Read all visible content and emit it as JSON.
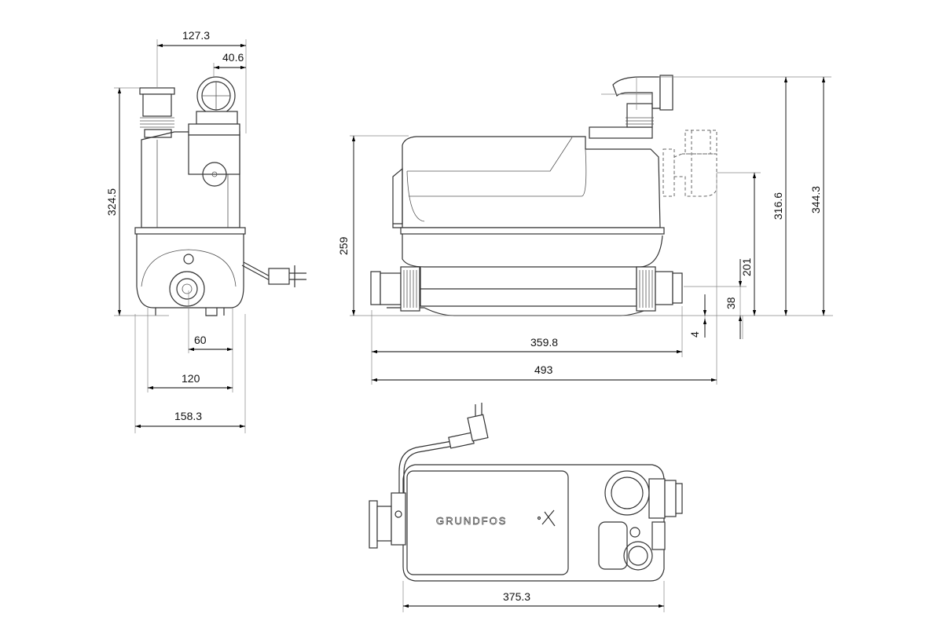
{
  "side_view": {
    "dims": {
      "width_top": "127.3",
      "outlet_offset": "40.6",
      "height": "324.5",
      "inlet_offset": "60",
      "foot_spacing": "120",
      "width": "158.3"
    }
  },
  "front_view": {
    "dims": {
      "body_height": "259",
      "inlet_spacing": "359.8",
      "length": "493",
      "outlet_height": "201",
      "inlet_height": "38",
      "foot_height": "4",
      "vent_height": "316.6",
      "total_height": "344.3"
    }
  },
  "top_view": {
    "dims": {
      "width": "375.3"
    },
    "logo_text": "GRUNDFOS"
  }
}
